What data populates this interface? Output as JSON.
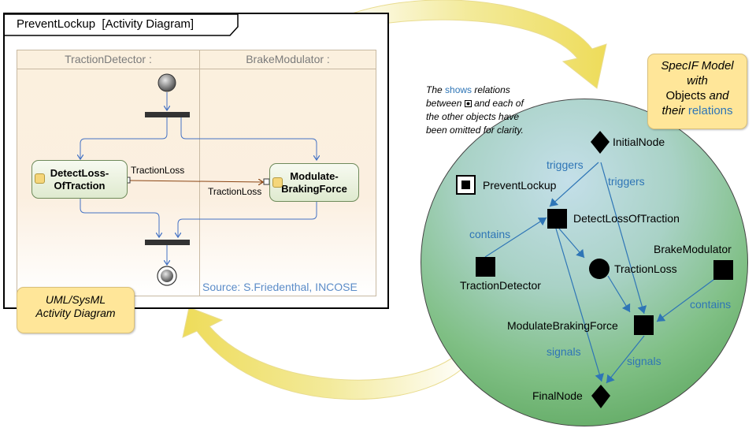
{
  "activity_diagram": {
    "frame_title": "PreventLockup  [Activity Diagram]",
    "lanes": [
      {
        "label": "TractionDetector :"
      },
      {
        "label": "BrakeModulator :"
      }
    ],
    "actions": {
      "detect": {
        "line1": "DetectLoss-",
        "line2": "OfTraction"
      },
      "modulate": {
        "line1": "Modulate-",
        "line2": "BrakingForce"
      }
    },
    "pin_labels": {
      "out": "TractionLoss",
      "in": "TractionLoss"
    },
    "source": "Source: S.Friedenthal, INCOSE"
  },
  "notes": {
    "uml": {
      "line1": "UML/SysML",
      "line2": "Activity Diagram"
    },
    "specif": {
      "line1": "SpecIF Model",
      "line2": "with",
      "line3": "Objects",
      "line3b": "and",
      "line4": "their",
      "line4b": "relations"
    }
  },
  "comment": {
    "line1_a": "The",
    "line1_b": "shows",
    "line1_c": "relations",
    "line2_a": "between",
    "line2_b": "and each of",
    "line3": "the other objects have",
    "line4": "been omitted for clarity."
  },
  "specif_graph": {
    "nodes": {
      "initial": "InitialNode",
      "prevent": "PreventLockup",
      "detect": "DetectLossOfTraction",
      "brake_mod": "BrakeModulator",
      "traction_det": "TractionDetector",
      "traction_loss": "TractionLoss",
      "modulate": "ModulateBrakingForce",
      "final": "FinalNode"
    },
    "relations": {
      "triggers1": "triggers",
      "triggers2": "triggers",
      "contains1": "contains",
      "contains2": "contains",
      "signals1": "signals",
      "signals2": "signals"
    }
  },
  "colors": {
    "flow": "#4472c4",
    "relation": "#2e75b6",
    "note": "#ffe699",
    "arrow_big": "#f2e27a"
  }
}
